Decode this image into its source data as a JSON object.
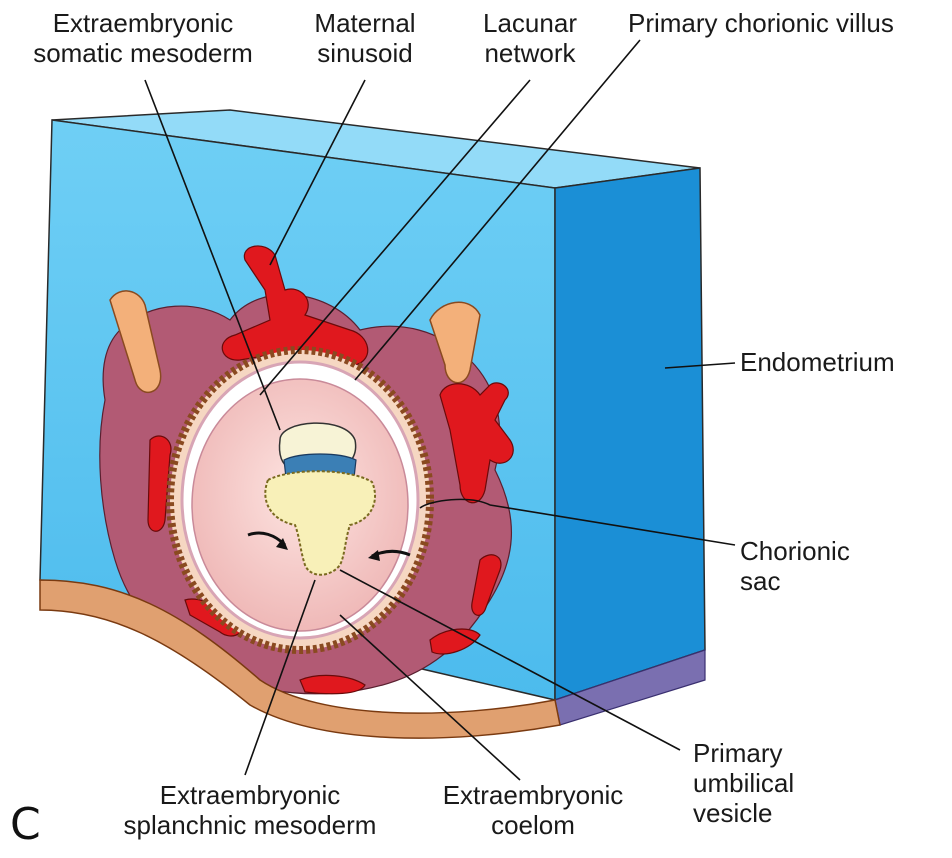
{
  "labels": {
    "extraembryonic_somatic_mesoderm": [
      "Extraembryonic",
      "somatic mesoderm"
    ],
    "maternal_sinusoid": [
      "Maternal",
      "sinusoid"
    ],
    "lacunar_network": [
      "Lacunar",
      "network"
    ],
    "primary_chorionic_villus": [
      "Primary chorionic villus"
    ],
    "endometrium": [
      "Endometrium"
    ],
    "chorionic_sac": [
      "Chorionic",
      "sac"
    ],
    "primary_umbilical_vesicle": [
      "Primary",
      "umbilical",
      "vesicle"
    ],
    "extraembryonic_coelom": [
      "Extraembryonic",
      "coelom"
    ],
    "extraembryonic_splanchnic_mesoderm": [
      "Extraembryonic",
      "splanchnic mesoderm"
    ]
  },
  "panel_letter": "C",
  "colors": {
    "endometrium_front": "#5ec6f2",
    "endometrium_top": "#8fd8f7",
    "endometrium_side": "#1b8fd6",
    "blood": "#e0181e",
    "trophoblast_mass": "#b25a74",
    "glands": "#f3b07a",
    "coelom": "#f4c9c6",
    "umbilical_vesicle": "#f8f0b8",
    "amnion": "#3b7fb5",
    "epithelium": "#7a6fb0"
  }
}
